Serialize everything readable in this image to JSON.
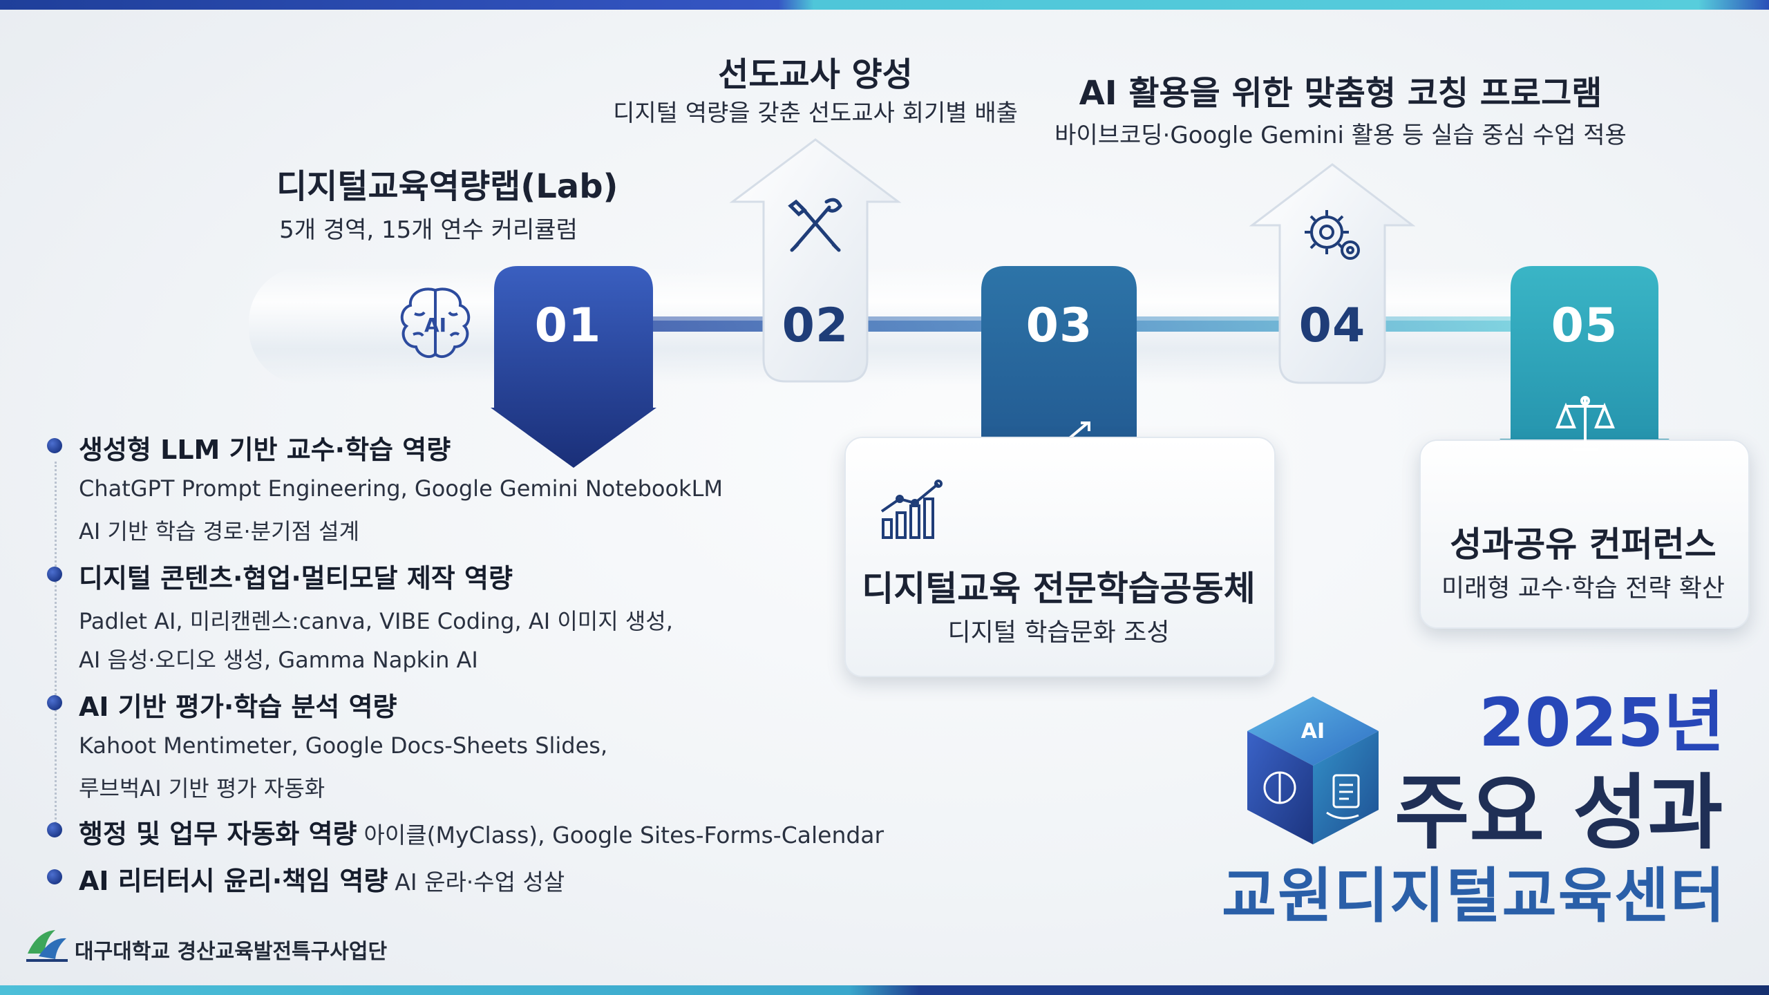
{
  "steps": [
    {
      "num": "01",
      "title": "디지털교육역량랩(Lab)",
      "sub": "5개 경역, 15개 연수 커리큘럼",
      "color": "#1f3d8f",
      "icon": "ai-brain-icon"
    },
    {
      "num": "02",
      "title": "선도교사 양성",
      "sub": "디지털 역량을 갖춘 선도교사 회기별 배출",
      "color": "#1f3d78",
      "icon": "pen-brush-icon"
    },
    {
      "num": "03",
      "title": "디지털교육 전문학습공동체",
      "sub": "디지털 학습문화 조성",
      "color": "#ffffff",
      "icon": "bar-chart-icon"
    },
    {
      "num": "04",
      "title": "AI 활용을 위한 맞춤형 코칭 프로그램",
      "sub": "바이브코딩·Google Gemini 활용 등 실습 중심 수업 적용",
      "color": "#1f3d78",
      "icon": "gear-icon"
    },
    {
      "num": "05",
      "title": "성과공유 컨퍼런스",
      "sub": "미래형 교수·학습 전략 확산",
      "color": "#ffffff",
      "icon": "scale-icon"
    }
  ],
  "competencies": [
    {
      "head": "생성형 LLM 기반 교수·학습 역량",
      "tail": "",
      "lines": [
        "ChatGPT Prompt Engineering, Google Gemini NotebookLM",
        "AI 기반 학습 경로·분기점 설계"
      ]
    },
    {
      "head": "디지털 콘텐츠·협업·멀티모달 제작 역량",
      "tail": "",
      "lines": [
        "Padlet AI, 미리캔렌스:canva, VIBE Coding, AI 이미지 생성,",
        "AI 음성·오디오 생성, Gamma Napkin AI"
      ]
    },
    {
      "head": "AI 기반 평가·학습 분석 역량",
      "tail": "",
      "lines": [
        "Kahoot Mentimeter, Google Docs-Sheets Slides,",
        "루브벅AI 기반 평가 자동화"
      ]
    },
    {
      "head": "행정 및 업무 자동화 역량",
      "tail": "아이클(MyClass), Google Sites-Forms-Calendar",
      "lines": []
    },
    {
      "head": "AI 리터터시 윤리·책임 역량",
      "tail": "AI 운라·수업 성살",
      "lines": []
    }
  ],
  "hero": {
    "year": "2025년",
    "main": "주요 성과",
    "center": "교원디지털교육센터",
    "cube_label": "AI"
  },
  "footer": {
    "org": "대구대학교 경산교육발전특구사업단"
  }
}
